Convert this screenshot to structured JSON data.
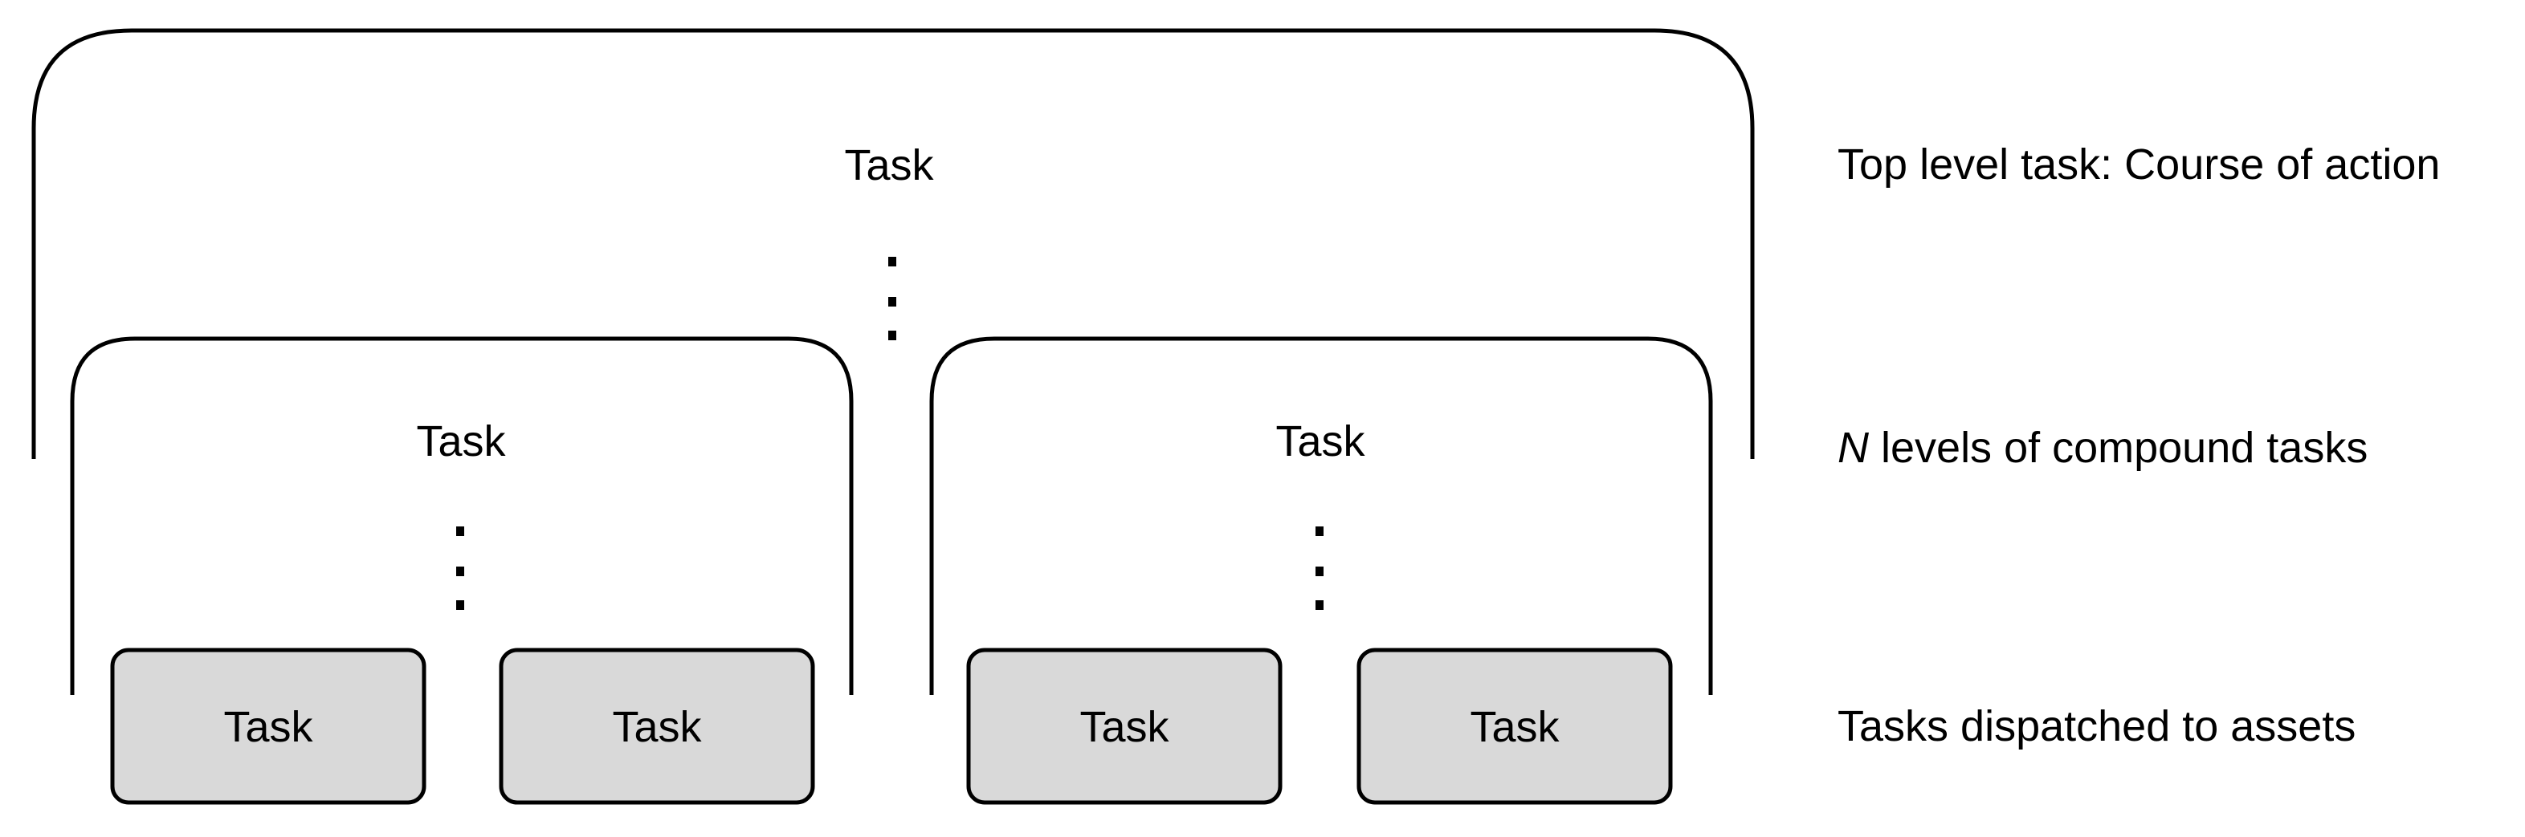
{
  "tasks": {
    "top": "Task",
    "left_compound": "Task",
    "right_compound": "Task",
    "leaf_1": "Task",
    "leaf_2": "Task",
    "leaf_3": "Task",
    "leaf_4": "Task"
  },
  "labels": {
    "top_level": "Top level task: Course of action",
    "compound_var": "N",
    "compound_rest": " levels of compound tasks",
    "dispatched": "Tasks dispatched to assets"
  },
  "colors": {
    "leaf_fill": "#d9d9d9",
    "stroke": "#000000"
  }
}
